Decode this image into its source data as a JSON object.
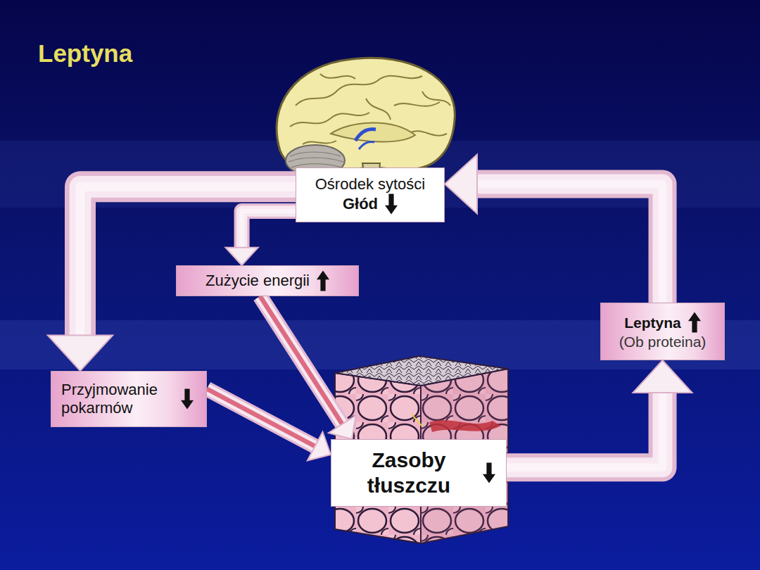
{
  "diagram": {
    "title": "Leptyna",
    "nodes": [
      {
        "text": [
          "Ośrodek sytości",
          "Głód"
        ]
      },
      {
        "text": [
          "Zużycie energii"
        ]
      },
      {
        "text": [
          "Przyjmowanie pokarmów"
        ]
      },
      {
        "text": [
          "Zasoby tłuszczu"
        ]
      },
      {
        "text": [
          "Leptyna",
          "(Ob proteina)"
        ]
      }
    ],
    "edges": [
      {
        "from": 0,
        "to": 1,
        "arrow": "to"
      },
      {
        "from": 0,
        "to": 2,
        "arrow": "to"
      },
      {
        "from": 1,
        "to": 3,
        "arrow": "to"
      },
      {
        "from": 2,
        "to": 3,
        "arrow": "to"
      },
      {
        "from": 3,
        "to": 4,
        "arrow": "to"
      },
      {
        "from": 4,
        "to": 0,
        "arrow": "to"
      }
    ]
  }
}
